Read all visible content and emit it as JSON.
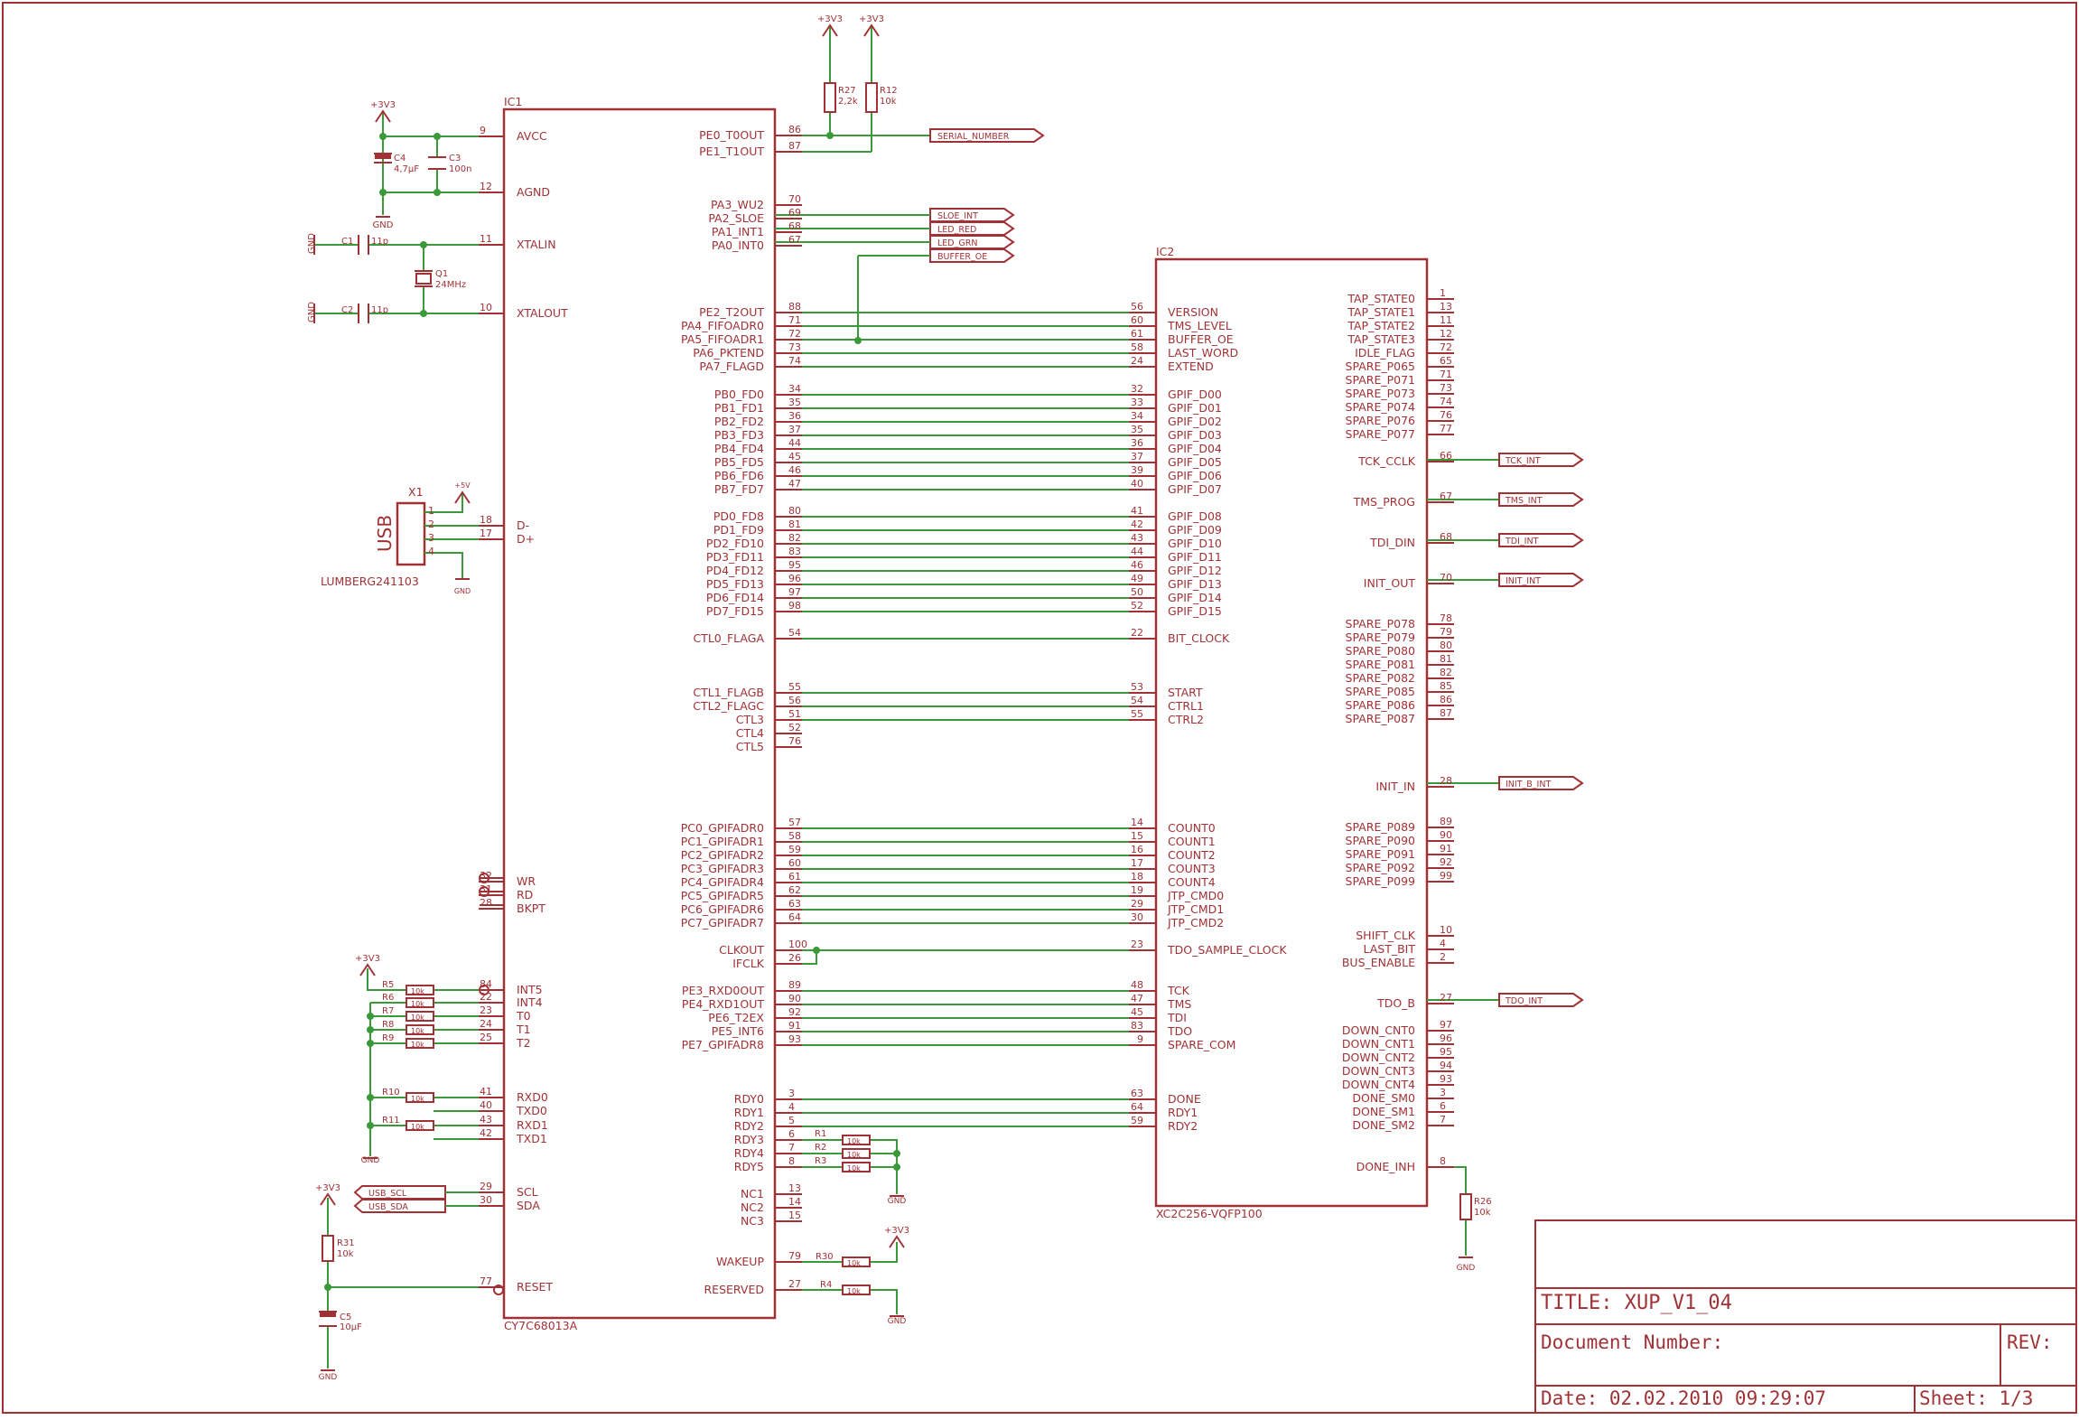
{
  "title_block": {
    "title": "TITLE:  XUP_V1_04",
    "document_number": "Document Number:",
    "rev": "REV:",
    "date": "Date: 02.02.2010 09:29:07",
    "sheet": "Sheet: 1/3"
  },
  "ic1": {
    "name": "IC1",
    "part": "CY7C68013A",
    "left_pins": [
      {
        "name": "AVCC",
        "num": "9"
      },
      {
        "name": "AGND",
        "num": "12"
      },
      {
        "name": "XTALIN",
        "num": "11"
      },
      {
        "name": "XTALOUT",
        "num": "10"
      },
      {
        "name": "D-",
        "num": "18"
      },
      {
        "name": "D+",
        "num": "17"
      },
      {
        "name": "WR",
        "num": "32"
      },
      {
        "name": "RD",
        "num": "31"
      },
      {
        "name": "BKPT",
        "num": "28"
      },
      {
        "name": "INT5",
        "num": "84"
      },
      {
        "name": "INT4",
        "num": "22"
      },
      {
        "name": "T0",
        "num": "23"
      },
      {
        "name": "T1",
        "num": "24"
      },
      {
        "name": "T2",
        "num": "25"
      },
      {
        "name": "RXD0",
        "num": "41"
      },
      {
        "name": "TXD0",
        "num": "40"
      },
      {
        "name": "RXD1",
        "num": "43"
      },
      {
        "name": "TXD1",
        "num": "42"
      },
      {
        "name": "SCL",
        "num": "29"
      },
      {
        "name": "SDA",
        "num": "30"
      },
      {
        "name": "RESET",
        "num": "77"
      }
    ],
    "right_pins": [
      {
        "name": "PE0_T0OUT",
        "num": "86"
      },
      {
        "name": "PE1_T1OUT",
        "num": "87"
      },
      {
        "name": "PA3_WU2",
        "num": "70"
      },
      {
        "name": "PA2_SLOE",
        "num": "69"
      },
      {
        "name": "PA1_INT1",
        "num": "68"
      },
      {
        "name": "PA0_INT0",
        "num": "67"
      },
      {
        "name": "PE2_T2OUT",
        "num": "88"
      },
      {
        "name": "PA4_FIFOADR0",
        "num": "71"
      },
      {
        "name": "PA5_FIFOADR1",
        "num": "72"
      },
      {
        "name": "PA6_PKTEND",
        "num": "73"
      },
      {
        "name": "PA7_FLAGD",
        "num": "74"
      },
      {
        "name": "PB0_FD0",
        "num": "34"
      },
      {
        "name": "PB1_FD1",
        "num": "35"
      },
      {
        "name": "PB2_FD2",
        "num": "36"
      },
      {
        "name": "PB3_FD3",
        "num": "37"
      },
      {
        "name": "PB4_FD4",
        "num": "44"
      },
      {
        "name": "PB5_FD5",
        "num": "45"
      },
      {
        "name": "PB6_FD6",
        "num": "46"
      },
      {
        "name": "PB7_FD7",
        "num": "47"
      },
      {
        "name": "PD0_FD8",
        "num": "80"
      },
      {
        "name": "PD1_FD9",
        "num": "81"
      },
      {
        "name": "PD2_FD10",
        "num": "82"
      },
      {
        "name": "PD3_FD11",
        "num": "83"
      },
      {
        "name": "PD4_FD12",
        "num": "95"
      },
      {
        "name": "PD5_FD13",
        "num": "96"
      },
      {
        "name": "PD6_FD14",
        "num": "97"
      },
      {
        "name": "PD7_FD15",
        "num": "98"
      },
      {
        "name": "CTL0_FLAGA",
        "num": "54"
      },
      {
        "name": "CTL1_FLAGB",
        "num": "55"
      },
      {
        "name": "CTL2_FLAGC",
        "num": "56"
      },
      {
        "name": "CTL3",
        "num": "51"
      },
      {
        "name": "CTL4",
        "num": "52"
      },
      {
        "name": "CTL5",
        "num": "76"
      },
      {
        "name": "PC0_GPIFADR0",
        "num": "57"
      },
      {
        "name": "PC1_GPIFADR1",
        "num": "58"
      },
      {
        "name": "PC2_GPIFADR2",
        "num": "59"
      },
      {
        "name": "PC3_GPIFADR3",
        "num": "60"
      },
      {
        "name": "PC4_GPIFADR4",
        "num": "61"
      },
      {
        "name": "PC5_GPIFADR5",
        "num": "62"
      },
      {
        "name": "PC6_GPIFADR6",
        "num": "63"
      },
      {
        "name": "PC7_GPIFADR7",
        "num": "64"
      },
      {
        "name": "CLKOUT",
        "num": "100"
      },
      {
        "name": "IFCLK",
        "num": "26"
      },
      {
        "name": "PE3_RXD0OUT",
        "num": "89"
      },
      {
        "name": "PE4_RXD1OUT",
        "num": "90"
      },
      {
        "name": "PE6_T2EX",
        "num": "92"
      },
      {
        "name": "PE5_INT6",
        "num": "91"
      },
      {
        "name": "PE7_GPIFADR8",
        "num": "93"
      },
      {
        "name": "RDY0",
        "num": "3"
      },
      {
        "name": "RDY1",
        "num": "4"
      },
      {
        "name": "RDY2",
        "num": "5"
      },
      {
        "name": "RDY3",
        "num": "6"
      },
      {
        "name": "RDY4",
        "num": "7"
      },
      {
        "name": "RDY5",
        "num": "8"
      },
      {
        "name": "NC1",
        "num": "13"
      },
      {
        "name": "NC2",
        "num": "14"
      },
      {
        "name": "NC3",
        "num": "15"
      },
      {
        "name": "WAKEUP",
        "num": "79"
      },
      {
        "name": "RESERVED",
        "num": "27"
      }
    ]
  },
  "ic2": {
    "name": "IC2",
    "part": "XC2C256-VQFP100",
    "left_pins": [
      {
        "name": "VERSION",
        "num": "56"
      },
      {
        "name": "TMS_LEVEL",
        "num": "60"
      },
      {
        "name": "BUFFER_OE",
        "num": "61"
      },
      {
        "name": "LAST_WORD",
        "num": "58"
      },
      {
        "name": "EXTEND",
        "num": "24"
      },
      {
        "name": "GPIF_D00",
        "num": "32"
      },
      {
        "name": "GPIF_D01",
        "num": "33"
      },
      {
        "name": "GPIF_D02",
        "num": "34"
      },
      {
        "name": "GPIF_D03",
        "num": "35"
      },
      {
        "name": "GPIF_D04",
        "num": "36"
      },
      {
        "name": "GPIF_D05",
        "num": "37"
      },
      {
        "name": "GPIF_D06",
        "num": "39"
      },
      {
        "name": "GPIF_D07",
        "num": "40"
      },
      {
        "name": "GPIF_D08",
        "num": "41"
      },
      {
        "name": "GPIF_D09",
        "num": "42"
      },
      {
        "name": "GPIF_D10",
        "num": "43"
      },
      {
        "name": "GPIF_D11",
        "num": "44"
      },
      {
        "name": "GPIF_D12",
        "num": "46"
      },
      {
        "name": "GPIF_D13",
        "num": "49"
      },
      {
        "name": "GPIF_D14",
        "num": "50"
      },
      {
        "name": "GPIF_D15",
        "num": "52"
      },
      {
        "name": "BIT_CLOCK",
        "num": "22"
      },
      {
        "name": "START",
        "num": "53"
      },
      {
        "name": "CTRL1",
        "num": "54"
      },
      {
        "name": "CTRL2",
        "num": "55"
      },
      {
        "name": "COUNT0",
        "num": "14"
      },
      {
        "name": "COUNT1",
        "num": "15"
      },
      {
        "name": "COUNT2",
        "num": "16"
      },
      {
        "name": "COUNT3",
        "num": "17"
      },
      {
        "name": "COUNT4",
        "num": "18"
      },
      {
        "name": "JTP_CMD0",
        "num": "19"
      },
      {
        "name": "JTP_CMD1",
        "num": "29"
      },
      {
        "name": "JTP_CMD2",
        "num": "30"
      },
      {
        "name": "TDO_SAMPLE_CLOCK",
        "num": "23"
      },
      {
        "name": "TCK",
        "num": "48"
      },
      {
        "name": "TMS",
        "num": "47"
      },
      {
        "name": "TDI",
        "num": "45"
      },
      {
        "name": "TDO",
        "num": "83"
      },
      {
        "name": "SPARE_COM",
        "num": "9"
      },
      {
        "name": "DONE",
        "num": "63"
      },
      {
        "name": "RDY1",
        "num": "64"
      },
      {
        "name": "RDY2",
        "num": "59"
      }
    ],
    "right_pins": [
      {
        "name": "TAP_STATE0",
        "num": "1"
      },
      {
        "name": "TAP_STATE1",
        "num": "13"
      },
      {
        "name": "TAP_STATE2",
        "num": "11"
      },
      {
        "name": "TAP_STATE3",
        "num": "12"
      },
      {
        "name": "IDLE_FLAG",
        "num": "72"
      },
      {
        "name": "SPARE_P065",
        "num": "65"
      },
      {
        "name": "SPARE_P071",
        "num": "71"
      },
      {
        "name": "SPARE_P073",
        "num": "73"
      },
      {
        "name": "SPARE_P074",
        "num": "74"
      },
      {
        "name": "SPARE_P076",
        "num": "76"
      },
      {
        "name": "SPARE_P077",
        "num": "77"
      },
      {
        "name": "TCK_CCLK",
        "num": "66"
      },
      {
        "name": "TMS_PROG",
        "num": "67"
      },
      {
        "name": "TDI_DIN",
        "num": "68"
      },
      {
        "name": "INIT_OUT",
        "num": "70"
      },
      {
        "name": "SPARE_P078",
        "num": "78"
      },
      {
        "name": "SPARE_P079",
        "num": "79"
      },
      {
        "name": "SPARE_P080",
        "num": "80"
      },
      {
        "name": "SPARE_P081",
        "num": "81"
      },
      {
        "name": "SPARE_P082",
        "num": "82"
      },
      {
        "name": "SPARE_P085",
        "num": "85"
      },
      {
        "name": "SPARE_P086",
        "num": "86"
      },
      {
        "name": "SPARE_P087",
        "num": "87"
      },
      {
        "name": "INIT_IN",
        "num": "28"
      },
      {
        "name": "SPARE_P089",
        "num": "89"
      },
      {
        "name": "SPARE_P090",
        "num": "90"
      },
      {
        "name": "SPARE_P091",
        "num": "91"
      },
      {
        "name": "SPARE_P092",
        "num": "92"
      },
      {
        "name": "SPARE_P099",
        "num": "99"
      },
      {
        "name": "SHIFT_CLK",
        "num": "10"
      },
      {
        "name": "LAST_BIT",
        "num": "4"
      },
      {
        "name": "BUS_ENABLE",
        "num": "2"
      },
      {
        "name": "TDO_B",
        "num": "27"
      },
      {
        "name": "DOWN_CNT0",
        "num": "97"
      },
      {
        "name": "DOWN_CNT1",
        "num": "96"
      },
      {
        "name": "DOWN_CNT2",
        "num": "95"
      },
      {
        "name": "DOWN_CNT3",
        "num": "94"
      },
      {
        "name": "DOWN_CNT4",
        "num": "93"
      },
      {
        "name": "DONE_SM0",
        "num": "3"
      },
      {
        "name": "DONE_SM1",
        "num": "6"
      },
      {
        "name": "DONE_SM2",
        "num": "7"
      },
      {
        "name": "DONE_INH",
        "num": "8"
      }
    ]
  },
  "net_labels": [
    "SERIAL_NUMBER",
    "SLOE_INT",
    "LED_RED",
    "LED_GRN",
    "BUFFER_OE",
    "TCK_INT",
    "TMS_INT",
    "TDI_INT",
    "INIT_INT",
    "INIT_B_INT",
    "TDO_INT",
    "USB_SCL",
    "USB_SDA"
  ],
  "components": {
    "x1": {
      "ref": "X1",
      "label": "USB",
      "part": "LUMBERG241103",
      "pins": [
        "1",
        "2",
        "3",
        "4"
      ],
      "supply": "+5V",
      "gnd": "GND"
    },
    "power": {
      "v33": "+3V3",
      "gnd": "GND"
    },
    "caps": [
      {
        "ref": "C4",
        "value": "4,7µF"
      },
      {
        "ref": "C3",
        "value": "100n"
      },
      {
        "ref": "C1",
        "value": "11p"
      },
      {
        "ref": "C2",
        "value": "11p"
      },
      {
        "ref": "C5",
        "value": "10µF"
      }
    ],
    "crystal": {
      "ref": "Q1",
      "value": "24MHz"
    },
    "resistors_top": [
      {
        "ref": "R27",
        "value": "2,2k"
      },
      {
        "ref": "R12",
        "value": "10k"
      }
    ],
    "resistors_int": [
      {
        "ref": "R5",
        "value": "10k"
      },
      {
        "ref": "R6",
        "value": "10k"
      },
      {
        "ref": "R7",
        "value": "10k"
      },
      {
        "ref": "R8",
        "value": "10k"
      },
      {
        "ref": "R9",
        "value": "10k"
      },
      {
        "ref": "R10",
        "value": "10k"
      },
      {
        "ref": "R11",
        "value": "10k"
      }
    ],
    "resistors_rdy": [
      {
        "ref": "R1",
        "value": "10k"
      },
      {
        "ref": "R2",
        "value": "10k"
      },
      {
        "ref": "R3",
        "value": "10k"
      }
    ],
    "resistor_wakeup": {
      "ref": "R30",
      "value": "10k"
    },
    "resistor_reserved": {
      "ref": "R4",
      "value": "10k"
    },
    "resistor_reset": {
      "ref": "R31",
      "value": "10k"
    },
    "resistor_done": {
      "ref": "R26",
      "value": "10k"
    }
  },
  "colors": {
    "wire": "#3a9a3a",
    "part": "#a03236",
    "background": "#ffffff"
  }
}
